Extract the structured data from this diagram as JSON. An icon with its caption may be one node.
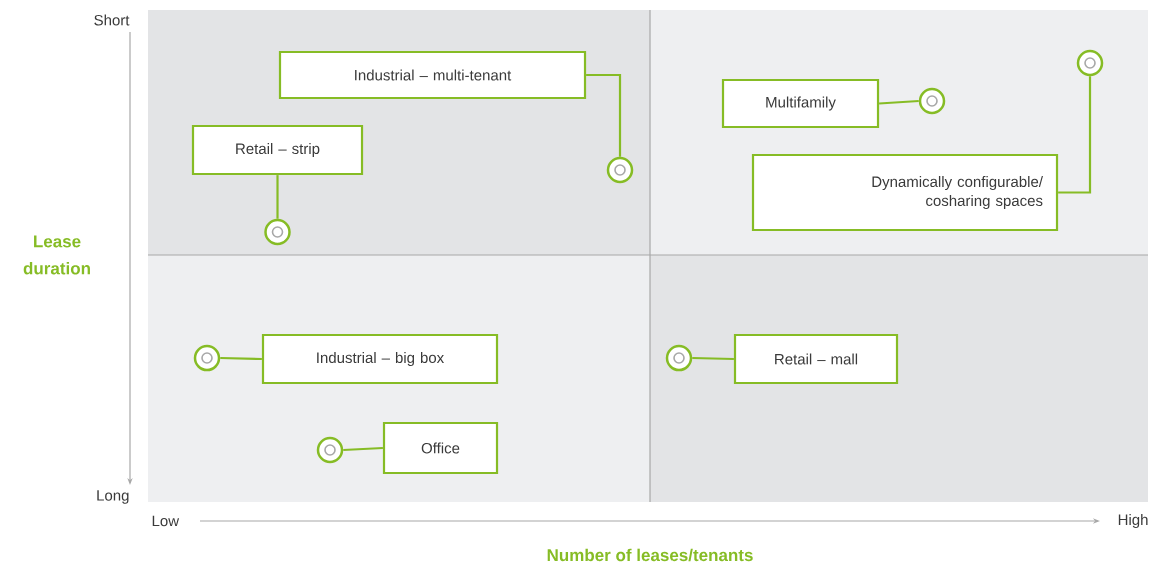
{
  "diagram": {
    "nodes": [
      {
        "text": [
          "Industrial – multi-tenant"
        ]
      },
      {
        "text": [
          "Retail – strip"
        ]
      },
      {
        "text": [
          "Multifamily"
        ]
      },
      {
        "text": [
          "Dynamically configurable/ cosharing spaces"
        ]
      },
      {
        "text": [
          "Industrial – big box"
        ]
      },
      {
        "text": [
          "Retail – mall"
        ]
      },
      {
        "text": [
          "Office"
        ]
      },
      {
        "text": [],
        "shape": "circle"
      },
      {
        "text": [],
        "shape": "circle"
      },
      {
        "text": [],
        "shape": "circle"
      },
      {
        "text": [],
        "shape": "circle"
      },
      {
        "text": [],
        "shape": "circle"
      },
      {
        "text": [],
        "shape": "circle"
      },
      {
        "text": [],
        "shape": "circle"
      }
    ],
    "edges": [
      {
        "from": 0,
        "to": 7,
        "arrow": "none"
      },
      {
        "from": 1,
        "to": 8,
        "arrow": "none"
      },
      {
        "from": 2,
        "to": 9,
        "arrow": "none"
      },
      {
        "from": 3,
        "to": 10,
        "arrow": "none"
      },
      {
        "from": 4,
        "to": 11,
        "arrow": "none"
      },
      {
        "from": 5,
        "to": 12,
        "arrow": "none"
      },
      {
        "from": 6,
        "to": 13,
        "arrow": "none"
      }
    ],
    "labels": [
      "Short",
      "Lease duration",
      "Long",
      "Low",
      "High",
      "Number of leases/tenants"
    ]
  }
}
